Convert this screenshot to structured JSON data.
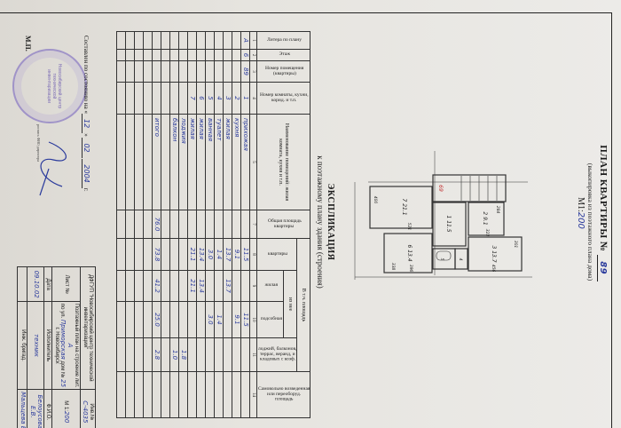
{
  "plan": {
    "title": "ПЛАН КВАРТИРЫ №",
    "apartment_number": "89",
    "subtitle": "(выкопировка из поэтажного плана дома)",
    "scale_label": "М1:",
    "scale_value": "200",
    "rooms": [
      {
        "number": "7",
        "area": "21.1",
        "dims": [
          "400",
          "521"
        ]
      },
      {
        "number": "6",
        "area": "13.4",
        "dims": [
          "338",
          "396"
        ]
      },
      {
        "number": "1",
        "area": "11.5"
      },
      {
        "number": "5",
        "area": "3.0"
      },
      {
        "number": "4",
        "area": "1.4"
      },
      {
        "number": "2",
        "area": "9.1",
        "dims": [
          "284",
          "323"
        ]
      },
      {
        "number": "3",
        "area": "13.7",
        "dims": [
          "301",
          "456"
        ]
      }
    ],
    "stair_label": "69"
  },
  "explication": {
    "title": "ЭКСПЛИКАЦИЯ",
    "subtitle": "к поэтажному плану здания (строения)",
    "headers": {
      "c1": "Литера по плану",
      "c2": "Этаж",
      "c3": "Номер помещения (квартиры)",
      "c4": "Номер комнаты, кухни, корид. и т.п.",
      "c5": "Наименование помещений: жилая комната, кухня и т.п.",
      "c7": "Общая площадь квартиры",
      "incl": "В т.ч. площадь",
      "c8": "квартиры",
      "of_it": "из нее",
      "c9": "жилая",
      "c10": "подсобная",
      "c11": "лоджий, балконов, террас, веранд, и кладовых с коэф.",
      "c14": "Самовольно возведенная или переоборуд. площадь"
    },
    "col_numbers": [
      "1",
      "2",
      "3",
      "4",
      "5",
      "7",
      "8",
      "9",
      "10",
      "11",
      "14"
    ],
    "rows": [
      {
        "litera": "А",
        "floor": "6",
        "apt": "89",
        "room": "1",
        "name": "прихожая",
        "total": "",
        "apt_area": "11.5",
        "living": "",
        "aux": "11.5",
        "loggia": "",
        "extra": ""
      },
      {
        "litera": "",
        "floor": "",
        "apt": "",
        "room": "2",
        "name": "кухня",
        "total": "",
        "apt_area": "9.1",
        "living": "",
        "aux": "9.1",
        "loggia": "",
        "extra": ""
      },
      {
        "litera": "",
        "floor": "",
        "apt": "",
        "room": "3",
        "name": "жилая",
        "total": "",
        "apt_area": "13.7",
        "living": "13.7",
        "aux": "",
        "loggia": "",
        "extra": ""
      },
      {
        "litera": "",
        "floor": "",
        "apt": "",
        "room": "4",
        "name": "туалет",
        "total": "",
        "apt_area": "1.4",
        "living": "",
        "aux": "1.4",
        "loggia": "",
        "extra": ""
      },
      {
        "litera": "",
        "floor": "",
        "apt": "",
        "room": "5",
        "name": "ванная",
        "total": "",
        "apt_area": "3.0",
        "living": "",
        "aux": "3.0",
        "loggia": "",
        "extra": ""
      },
      {
        "litera": "",
        "floor": "",
        "apt": "",
        "room": "6",
        "name": "жилая",
        "total": "",
        "apt_area": "13.4",
        "living": "13.4",
        "aux": "",
        "loggia": "",
        "extra": ""
      },
      {
        "litera": "",
        "floor": "",
        "apt": "",
        "room": "7",
        "name": "жилая",
        "total": "",
        "apt_area": "21.1",
        "living": "21.1",
        "aux": "",
        "loggia": "",
        "extra": ""
      },
      {
        "litera": "",
        "floor": "",
        "apt": "",
        "room": "",
        "name": "лоджия",
        "total": "",
        "apt_area": "",
        "living": "",
        "aux": "",
        "loggia": "1.8",
        "extra": ""
      },
      {
        "litera": "",
        "floor": "",
        "apt": "",
        "room": "",
        "name": "балкон",
        "total": "",
        "apt_area": "",
        "living": "",
        "aux": "",
        "loggia": "1.0",
        "extra": ""
      },
      {
        "litera": "",
        "floor": "",
        "apt": "",
        "room": "",
        "name": "",
        "total": "",
        "apt_area": "",
        "living": "",
        "aux": "",
        "loggia": "",
        "extra": ""
      },
      {
        "litera": "",
        "floor": "",
        "apt": "",
        "room": "",
        "name": "итого",
        "total": "76.0",
        "apt_area": "73.8",
        "living": "41.2",
        "aux": "25.0",
        "loggia": "2.8",
        "extra": ""
      },
      {
        "litera": "",
        "floor": "",
        "apt": "",
        "room": "",
        "name": "",
        "total": "",
        "apt_area": "",
        "living": "",
        "aux": "",
        "loggia": "",
        "extra": ""
      },
      {
        "litera": "",
        "floor": "",
        "apt": "",
        "room": "",
        "name": "",
        "total": "",
        "apt_area": "",
        "living": "",
        "aux": "",
        "loggia": "",
        "extra": ""
      },
      {
        "litera": "",
        "floor": "",
        "apt": "",
        "room": "",
        "name": "",
        "total": "",
        "apt_area": "",
        "living": "",
        "aux": "",
        "loggia": "",
        "extra": ""
      },
      {
        "litera": "",
        "floor": "",
        "apt": "",
        "room": "",
        "name": "",
        "total": "",
        "apt_area": "",
        "living": "",
        "aux": "",
        "loggia": "",
        "extra": ""
      }
    ]
  },
  "footer": {
    "made_label": "Составлен по состоянию на «",
    "day": "12",
    "month": "02",
    "year": "2004",
    "year_suffix": "г.",
    "mp": "М.П.",
    "sign_caption": "роспись ФИО директора",
    "stamp_text": "Новосибирский центр технической инвентаризации"
  },
  "title_block": {
    "org": "ДФГУП \"Новосибирский центр технической инвентаризации\"",
    "inv_label": "Инв.№",
    "inv_value": "С-4035",
    "sheet_label": "Лист №",
    "plan_text_1": "Поэтажный план на строение лит.",
    "litera": "А",
    "street_prefix": "по ул.",
    "street": "Приморская",
    "house_label": "дом №",
    "house": "25",
    "city": "г. Новосибирск",
    "scale": "М 1:",
    "scale_value": "200",
    "date_label": "Дата",
    "executor_label": "Исполнитель",
    "fio_label": "Ф.И.О.",
    "date": "09.10.02",
    "role1": "техник",
    "name1": "Белоусова Е.В.",
    "role2": "Инж. бригад.",
    "name2": "Мальцева Е."
  }
}
